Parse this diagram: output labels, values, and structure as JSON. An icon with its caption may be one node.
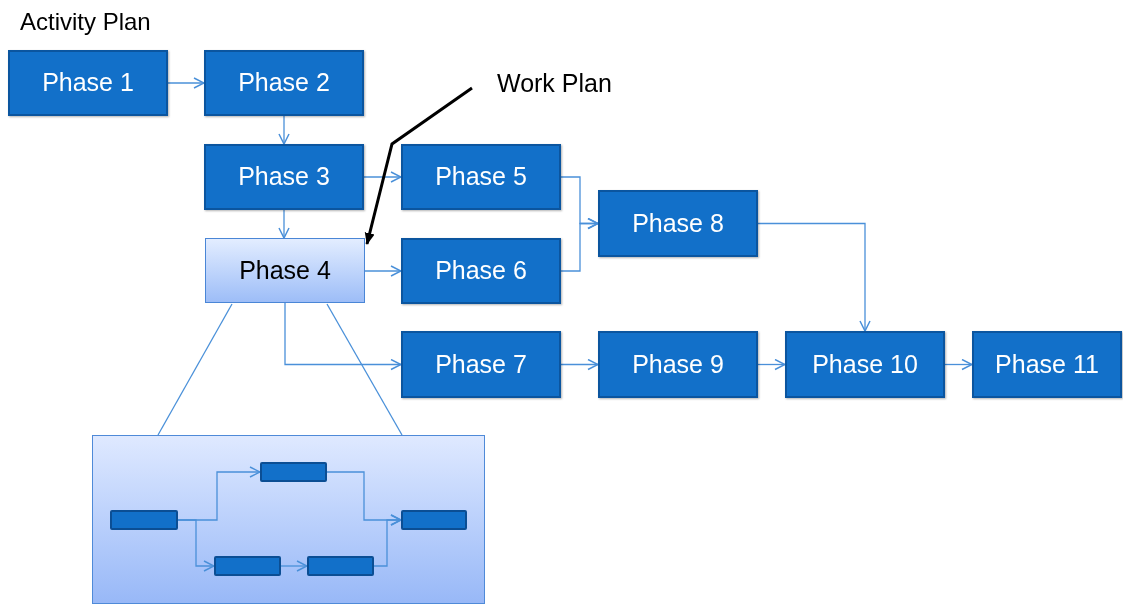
{
  "diagram": {
    "title": "Activity Plan",
    "nodes": [
      {
        "text": [
          "Phase 1"
        ]
      },
      {
        "text": [
          "Phase 2"
        ]
      },
      {
        "text": [
          "Phase 3"
        ]
      },
      {
        "text": [
          "Phase 4"
        ]
      },
      {
        "text": [
          "Phase 5"
        ]
      },
      {
        "text": [
          "Phase 6"
        ]
      },
      {
        "text": [
          "Phase 8"
        ]
      },
      {
        "text": [
          "Phase 7"
        ]
      },
      {
        "text": [
          "Phase 9"
        ]
      },
      {
        "text": [
          "Phase 10"
        ]
      },
      {
        "text": [
          "Phase 11"
        ]
      },
      {
        "text": [
          "Work Plan"
        ]
      },
      {
        "text": [],
        "shape": "box"
      },
      {
        "text": [],
        "shape": "bar",
        "in": 12
      },
      {
        "text": [],
        "shape": "bar",
        "in": 12
      },
      {
        "text": [],
        "shape": "bar",
        "in": 12
      },
      {
        "text": [],
        "shape": "bar",
        "in": 12
      },
      {
        "text": [],
        "shape": "bar",
        "in": 12
      }
    ],
    "edges": [
      {
        "from": 0,
        "to": 1,
        "arrow": "to"
      },
      {
        "from": 1,
        "to": 2,
        "arrow": "to"
      },
      {
        "from": 2,
        "to": 4,
        "arrow": "to"
      },
      {
        "from": 2,
        "to": 3,
        "arrow": "to"
      },
      {
        "from": 3,
        "to": 5,
        "arrow": "to"
      },
      {
        "from": 4,
        "to": 6,
        "arrow": "to"
      },
      {
        "from": 5,
        "to": 6,
        "arrow": "to"
      },
      {
        "from": 3,
        "to": 7,
        "arrow": "to"
      },
      {
        "from": 6,
        "to": 9,
        "arrow": "to"
      },
      {
        "from": 7,
        "to": 8,
        "arrow": "to"
      },
      {
        "from": 8,
        "to": 9,
        "arrow": "to"
      },
      {
        "from": 9,
        "to": 10,
        "arrow": "to"
      },
      {
        "from": 11,
        "to": 3,
        "arrow": "to",
        "style": "thick",
        "color": "#000000"
      },
      {
        "from": 3,
        "to": 12,
        "arrow": "none"
      },
      {
        "from": 3,
        "to": 12,
        "arrow": "none"
      },
      {
        "from": 13,
        "to": 15,
        "arrow": "to"
      },
      {
        "from": 13,
        "to": 14,
        "arrow": "to"
      },
      {
        "from": 14,
        "to": 16,
        "arrow": "to"
      },
      {
        "from": 15,
        "to": 17,
        "arrow": "to"
      },
      {
        "from": 16,
        "to": 17,
        "arrow": "to"
      }
    ]
  }
}
